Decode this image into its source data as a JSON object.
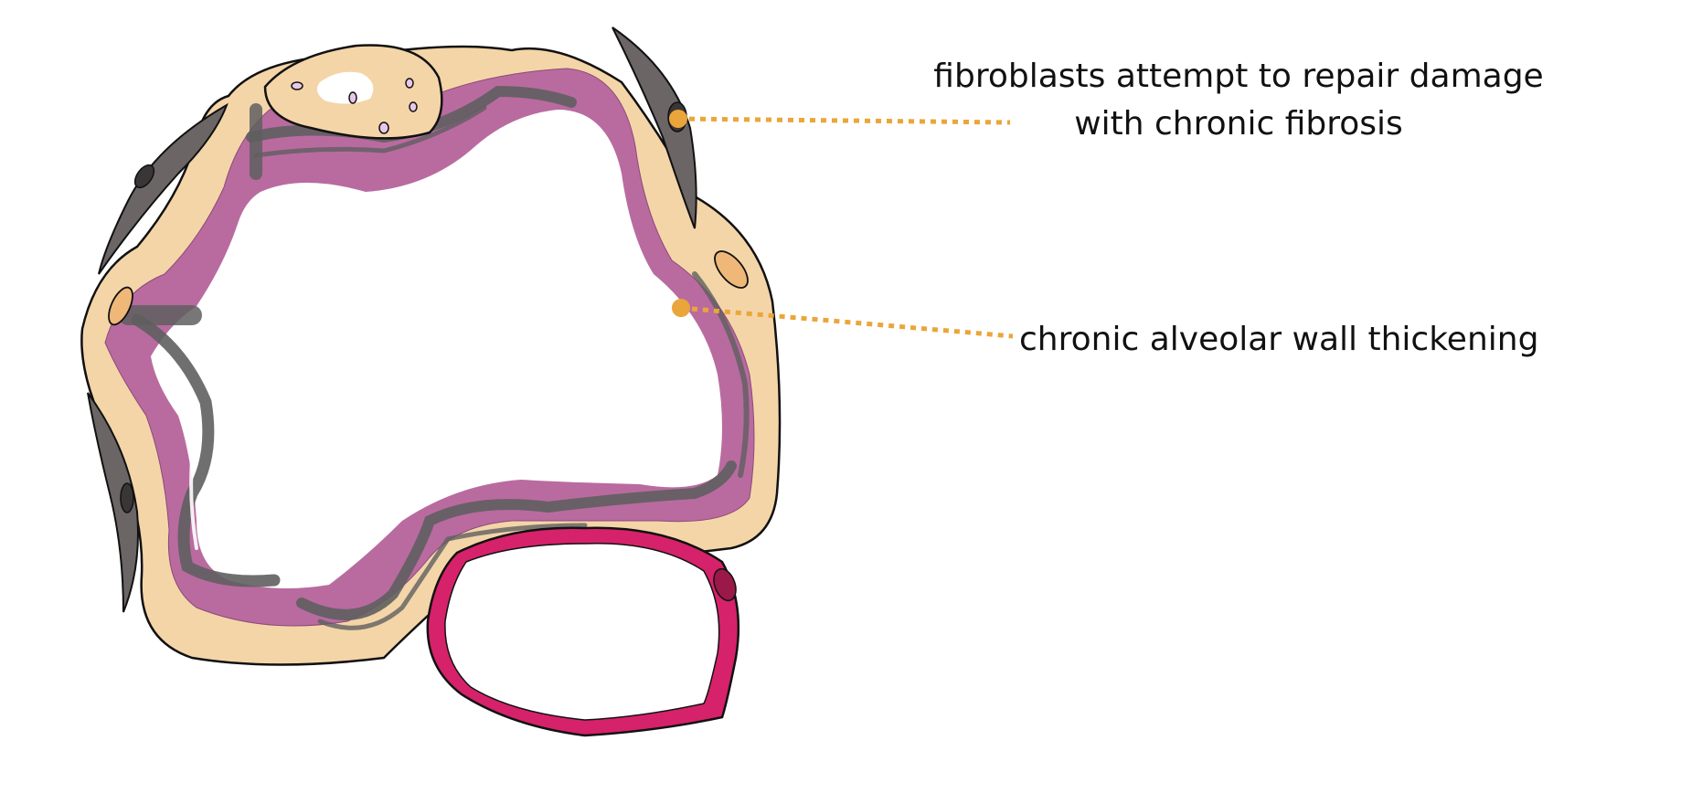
{
  "annotations": {
    "fibroblasts_line1": "fibroblasts attempt to repair damage",
    "fibroblasts_line2": "with chronic fibrosis",
    "wall_thickening": "chronic alveolar wall thickening"
  },
  "colors": {
    "interstitium": "#F4D5A8",
    "alveolar_wall": "#B96BA0",
    "fibrosis": "#5F5F5F",
    "fibroblast": "#6B6566",
    "capillary": "#D6226A",
    "leader_line": "#EAA63A",
    "outline": "#111111"
  }
}
